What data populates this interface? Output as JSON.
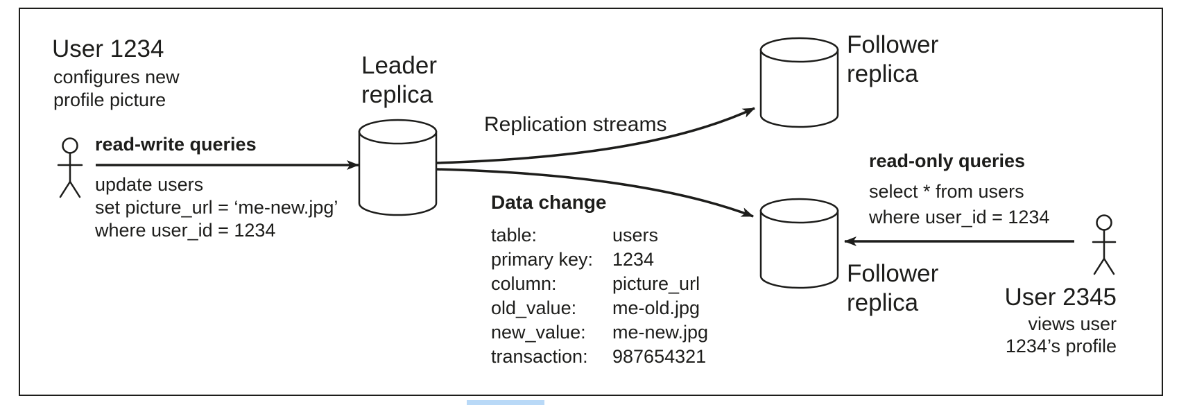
{
  "colors": {
    "ink": "#1d1d1b",
    "selection": "#b9d9f7",
    "background": "#ffffff"
  },
  "left_user": {
    "title": "User 1234",
    "subtitle": "configures new\nprofile picture"
  },
  "read_write": {
    "heading": "read-write queries",
    "query": "update users\nset picture_url = ‘me-new.jpg’\nwhere user_id = 1234"
  },
  "leader": {
    "label": "Leader\nreplica"
  },
  "replication": {
    "label": "Replication streams"
  },
  "data_change": {
    "heading": "Data change",
    "rows": [
      {
        "label": "table:",
        "value": "users"
      },
      {
        "label": "primary key:",
        "value": "1234"
      },
      {
        "label": "column:",
        "value": "picture_url"
      },
      {
        "label": "old_value:",
        "value": "me-old.jpg"
      },
      {
        "label": "new_value:",
        "value": "me-new.jpg"
      },
      {
        "label": "transaction:",
        "value": "987654321"
      }
    ]
  },
  "follower_top": {
    "label": "Follower\nreplica"
  },
  "follower_bottom": {
    "label": "Follower\nreplica"
  },
  "read_only": {
    "heading": "read-only queries",
    "query": "select * from users\nwhere user_id = 1234"
  },
  "right_user": {
    "title": "User 2345",
    "subtitle": "views user\n1234’s profile"
  }
}
